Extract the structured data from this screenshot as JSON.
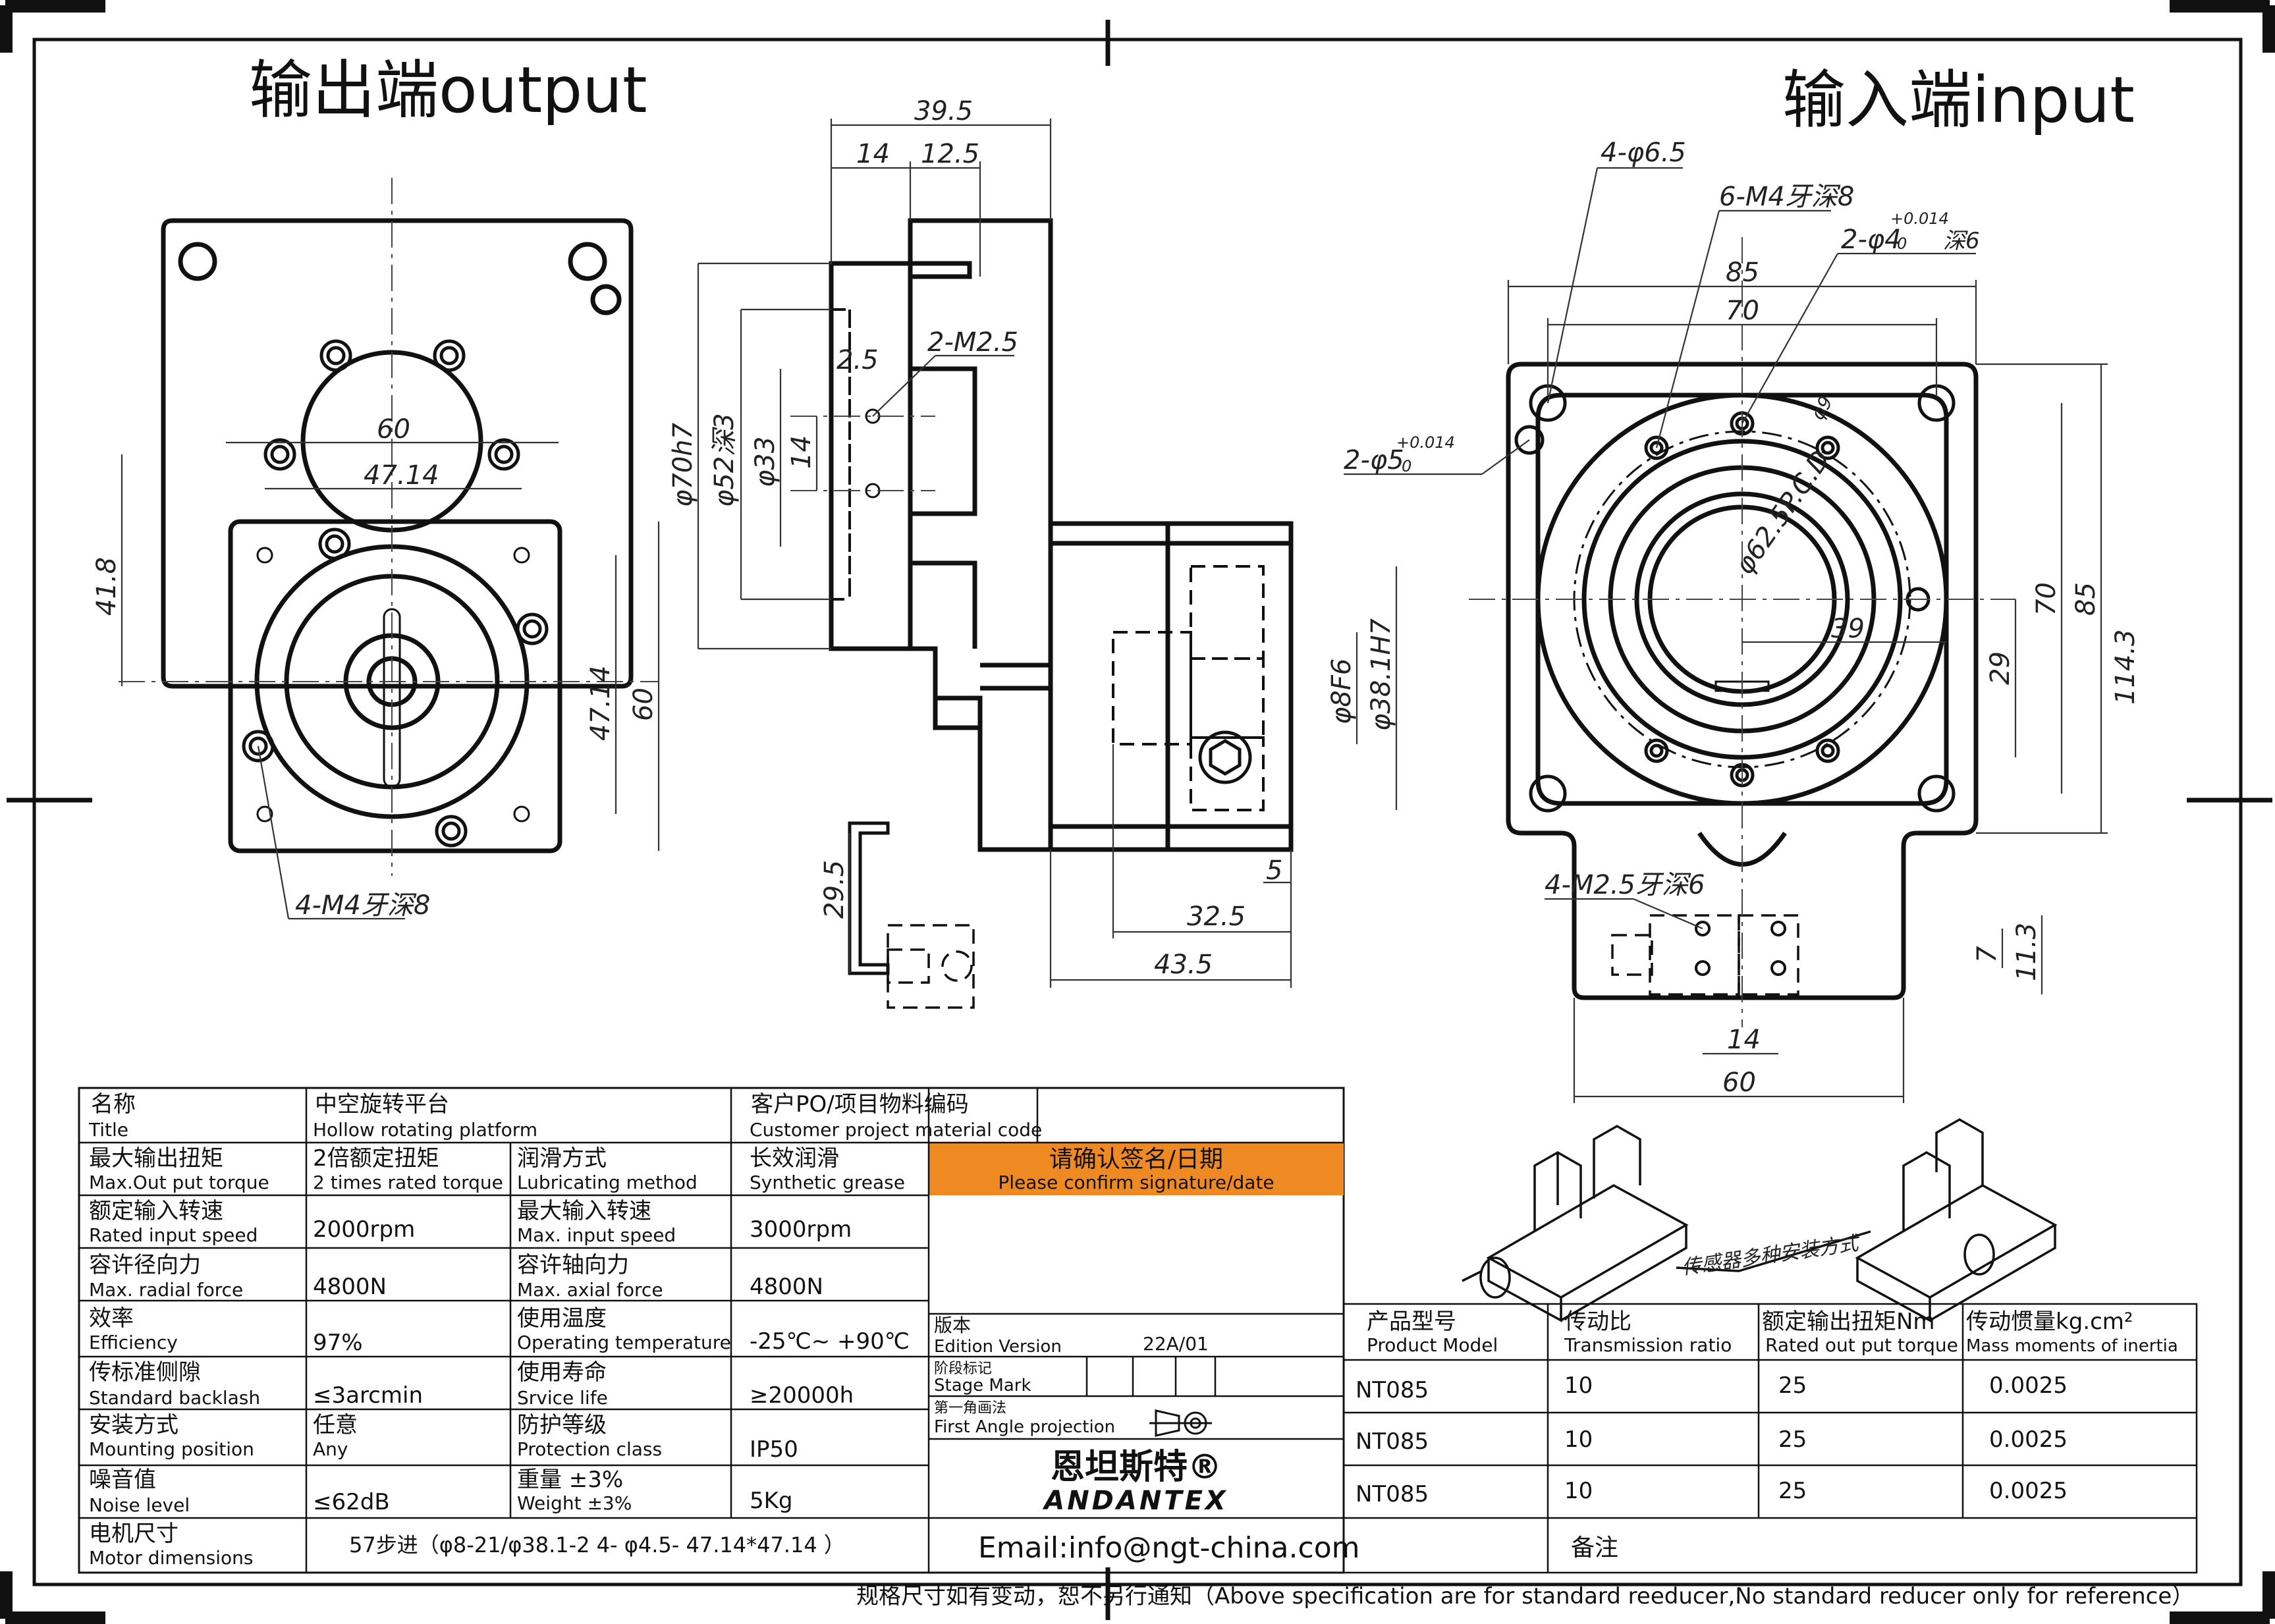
{
  "headings": {
    "output": "输出端output",
    "input": "输入端input"
  },
  "dimensions": {
    "left_view": {
      "d60": "60",
      "d47_14_top": "47.14",
      "d41_8": "41.8",
      "d47_14_side": "47.14",
      "d60_side": "60",
      "mount_holes": "4-M4牙深8"
    },
    "middle_view": {
      "d39_5": "39.5",
      "d14": "14",
      "d12_5": "12.5",
      "d2_5": "2.5",
      "m2_5": "2-M2.5",
      "phi70": "φ70h7",
      "phi52": "φ52深3",
      "phi33": "φ33",
      "d14_v": "14",
      "phi8": "φ8F6",
      "phi38": "φ38.1H7",
      "d5": "5",
      "d32_5": "32.5",
      "d43_5": "43.5",
      "d29_5": "29.5"
    },
    "right_view": {
      "holes_6_5": "4-φ6.5",
      "m4_holes": "6-M4牙深8",
      "pin_holes_4": "2-φ4",
      "pin_tol_4": "+0.014",
      "pin_tol_4_low": "0",
      "pin_depth": "深6",
      "d85": "85",
      "d70": "70",
      "pin_holes_5": "2-φ5",
      "pin_tol_5": "+0.014",
      "pin_tol_5_low": "0",
      "pcd": "φ62.5P.C.D",
      "phi9": "φ9",
      "d39": "39",
      "d29": "29",
      "d70_v": "70",
      "d85_v": "85",
      "d114_3": "114.3",
      "m2_5": "4-M2.5牙深6",
      "d7": "7",
      "d11_3": "11.3",
      "d14": "14",
      "d60": "60"
    },
    "sensor_note": "传感器多种安装方式"
  },
  "title_block": {
    "rows": [
      {
        "cn": "名称",
        "en": "Title",
        "value_cn": "中空旋转平台",
        "value_en": "Hollow rotating platform",
        "l2_cn": "客户PO/项目物料编码",
        "l2_en": "Customer project material code"
      },
      {
        "cn": "最大输出扭矩",
        "en": "Max.Out put torque",
        "value_cn": "2倍额定扭矩",
        "value_en": "2 times rated torque",
        "l2_cn": "润滑方式",
        "l2_en": "Lubricating method",
        "v2_cn": "长效润滑",
        "v2_en": "Synthetic grease"
      },
      {
        "cn": "额定输入转速",
        "en": "Rated input speed",
        "value": "2000rpm",
        "l2_cn": "最大输入转速",
        "l2_en": "Max. input speed",
        "v2": "3000rpm"
      },
      {
        "cn": "容许径向力",
        "en": "Max. radial force",
        "value": "4800N",
        "l2_cn": "容许轴向力",
        "l2_en": "Max. axial force",
        "v2": "4800N"
      },
      {
        "cn": "效率",
        "en": "Efficiency",
        "value": "97%",
        "l2_cn": "使用温度",
        "l2_en": "Operating temperature",
        "v2": "-25℃~ +90℃"
      },
      {
        "cn": "传标准侧隙",
        "en": "Standard backlash",
        "value": "≤3arcmin",
        "l2_cn": "使用寿命",
        "l2_en": "Srvice life",
        "v2": "≥20000h"
      },
      {
        "cn": "安装方式",
        "en": "Mounting position",
        "value_cn": "任意",
        "value_en": "Any",
        "l2_cn": "防护等级",
        "l2_en": "Protection class",
        "v2": "IP50"
      },
      {
        "cn": "噪音值",
        "en": "Noise level",
        "value": "≤62dB",
        "l2_cn": "重量 ±3%",
        "l2_en": "Weight ±3%",
        "v2": "5Kg"
      },
      {
        "cn": "电机尺寸",
        "en": "Motor dimensions",
        "value": "57步进（φ8-21/φ38.1-2 4-   φ4.5- 47.14*47.14 ）"
      }
    ],
    "confirm_cn": "请确认签名/日期",
    "confirm_en": "Please confirm signature/date",
    "confirm_color": "#ef8a22",
    "edition_cn": "版本",
    "edition_en": "Edition Version",
    "edition_value": "22A/01",
    "stage_cn": "阶段标记",
    "stage_en": "Stage Mark",
    "projection_cn": "第一角画法",
    "projection_en": "First Angle projection",
    "brand_cn": "恩坦斯特®",
    "brand_en": "ANDANTEX",
    "brand_color": "#1a9a4a",
    "email": "Email:info@ngt-china.com",
    "remark": "备注",
    "product_headers": [
      {
        "cn": "产品型号",
        "en": "Product Model"
      },
      {
        "cn": "传动比",
        "en": "Transmission ratio"
      },
      {
        "cn": "额定输出扭矩Nm",
        "en": "Rated out put torque"
      },
      {
        "cn": "传动惯量kg.cm²",
        "en": "Mass moments of inertia"
      }
    ],
    "products": [
      [
        "NT085",
        "10",
        "25",
        "0.0025"
      ],
      [
        "NT085",
        "10",
        "25",
        "0.0025"
      ],
      [
        "NT085",
        "10",
        "25",
        "0.0025"
      ]
    ],
    "footer": "规格尺寸如有变动，恕不另行通知（Above specification are for standard reeducer,No standard reducer only for reference）"
  }
}
